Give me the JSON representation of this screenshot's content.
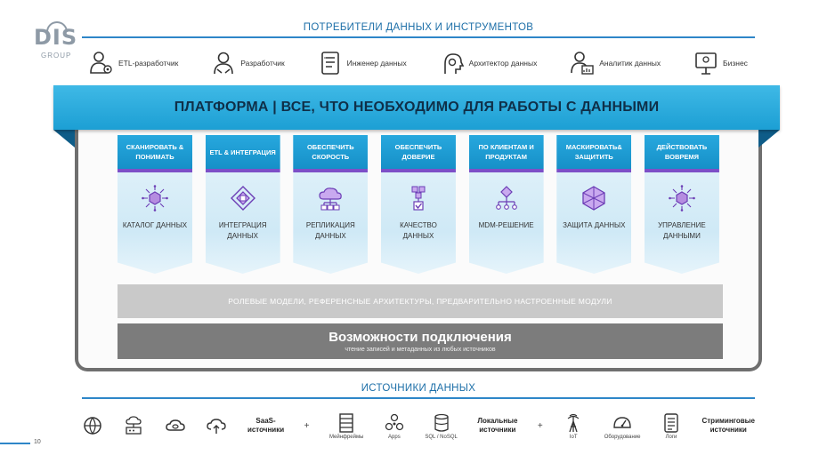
{
  "logo": {
    "brand": "DIS",
    "sub": "GROUP"
  },
  "consumers_heading": "ПОТРЕБИТЕЛИ ДАННЫХ И ИНСТРУМЕНТОВ",
  "consumers": [
    {
      "icon": "etl-developer-icon",
      "label": "ETL-разработчик"
    },
    {
      "icon": "developer-icon",
      "label": "Разработчик"
    },
    {
      "icon": "data-engineer-icon",
      "label": "Инженер данных"
    },
    {
      "icon": "data-architect-icon",
      "label": "Архитектор данных"
    },
    {
      "icon": "data-analyst-icon",
      "label": "Аналитик данных"
    },
    {
      "icon": "business-icon",
      "label": "Бизнес"
    }
  ],
  "platform": {
    "title": "ПЛАТФОРМА | ВСЕ, ЧТО НЕОБХОДИМО ДЛЯ РАБОТЫ С ДАННЫМИ"
  },
  "capabilities": [
    {
      "head": "СКАНИРОВАТЬ & ПОНИМАТЬ",
      "icon": "catalog-cube-icon",
      "label": "КАТАЛОГ ДАННЫХ"
    },
    {
      "head": "ETL & ИНТЕГРАЦИЯ",
      "icon": "integration-diamond-icon",
      "label": "ИНТЕГРАЦИЯ ДАННЫХ"
    },
    {
      "head": "ОБЕСПЕЧИТЬ СКОРОСТЬ",
      "icon": "cloud-replication-icon",
      "label": "РЕПЛИКАЦИЯ ДАННЫХ"
    },
    {
      "head": "ОБЕСПЕЧИТЬ ДОВЕРИЕ",
      "icon": "quality-check-icon",
      "label": "КАЧЕСТВО ДАННЫХ"
    },
    {
      "head": "ПО КЛИЕНТАМ И ПРОДУКТАМ",
      "icon": "mdm-hierarchy-icon",
      "label": "MDM-РЕШЕНИЕ"
    },
    {
      "head": "МАСКИРОВАТЬ& ЗАЩИТИТЬ",
      "icon": "protection-hex-icon",
      "label": "ЗАЩИТА ДАННЫХ"
    },
    {
      "head": "ДЕЙСТВОВАТЬ ВОВРЕМЯ",
      "icon": "management-cube-icon",
      "label": "УПРАВЛЕНИЕ ДАННЫМИ"
    }
  ],
  "models_bar": "РОЛЕВЫЕ МОДЕЛИ, РЕФЕРЕНСНЫЕ АРХИТЕКТУРЫ, ПРЕДВАРИТЕЛЬНО НАСТРОЕННЫЕ МОДУЛИ",
  "connectivity": {
    "title": "Возможности подключения",
    "subtitle": "чтение записей и метаданных из любых источников"
  },
  "sources_heading": "ИСТОЧНИКИ ДАННЫХ",
  "sources": {
    "saas_label": "SaaS-\nисточники",
    "mainframe": "Мейнфреймы",
    "apps": "Apps",
    "sql": "SQL / NoSQL",
    "local_label": "Локальные\nисточники",
    "iot": "IoT",
    "equipment": "Оборудование",
    "logs": "Логи",
    "streaming_label": "Стриминговые\nисточники",
    "plus": "+"
  },
  "page_number": "10",
  "colors": {
    "accent": "#1c9fd4",
    "card_head": "#1690c8",
    "divider": "#7d4fc7",
    "frame": "#6f6f6f"
  }
}
